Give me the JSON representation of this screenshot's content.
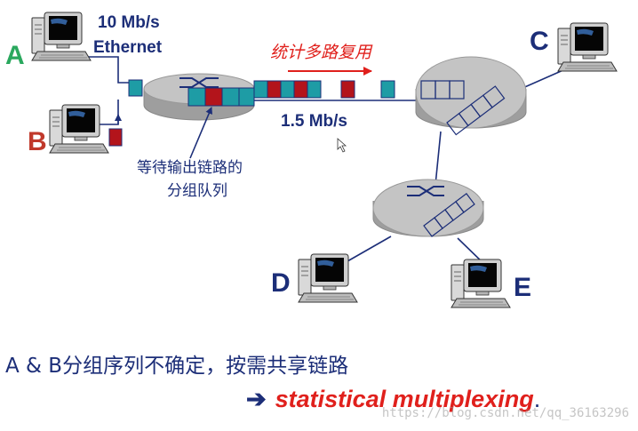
{
  "colors": {
    "navy": "#1c2e78",
    "host_a_label": "#2aa85e",
    "host_b_label": "#c0392b",
    "host_label": "#1c2e78",
    "red_text": "#e0201c",
    "packet_teal": "#1e9ca5",
    "packet_red": "#b3141b",
    "router_gray": "#c4c4c4"
  },
  "hosts": {
    "a": {
      "label": "A",
      "icon": "computer-icon"
    },
    "b": {
      "label": "B",
      "icon": "computer-icon"
    },
    "c": {
      "label": "C",
      "icon": "computer-icon"
    },
    "d": {
      "label": "D",
      "icon": "computer-icon"
    },
    "e": {
      "label": "E",
      "icon": "computer-icon"
    }
  },
  "links": {
    "ethernet_rate": "10 Mb/s",
    "ethernet_name": "Ethernet",
    "backbone_rate": "1.5 Mb/s"
  },
  "labels": {
    "stat_mux_cn": "统计多路复用",
    "queue_line1": "等待输出链路的",
    "queue_line2": "分组队列"
  },
  "router_icon": "router-crossed-arrows-icon",
  "caption": {
    "main": "A & B分组序列不确定，按需共享链路",
    "arrow": "➔",
    "term": "statistical multiplexing",
    "period": "."
  },
  "watermark": "https://blog.csdn.net/qq_36163296"
}
